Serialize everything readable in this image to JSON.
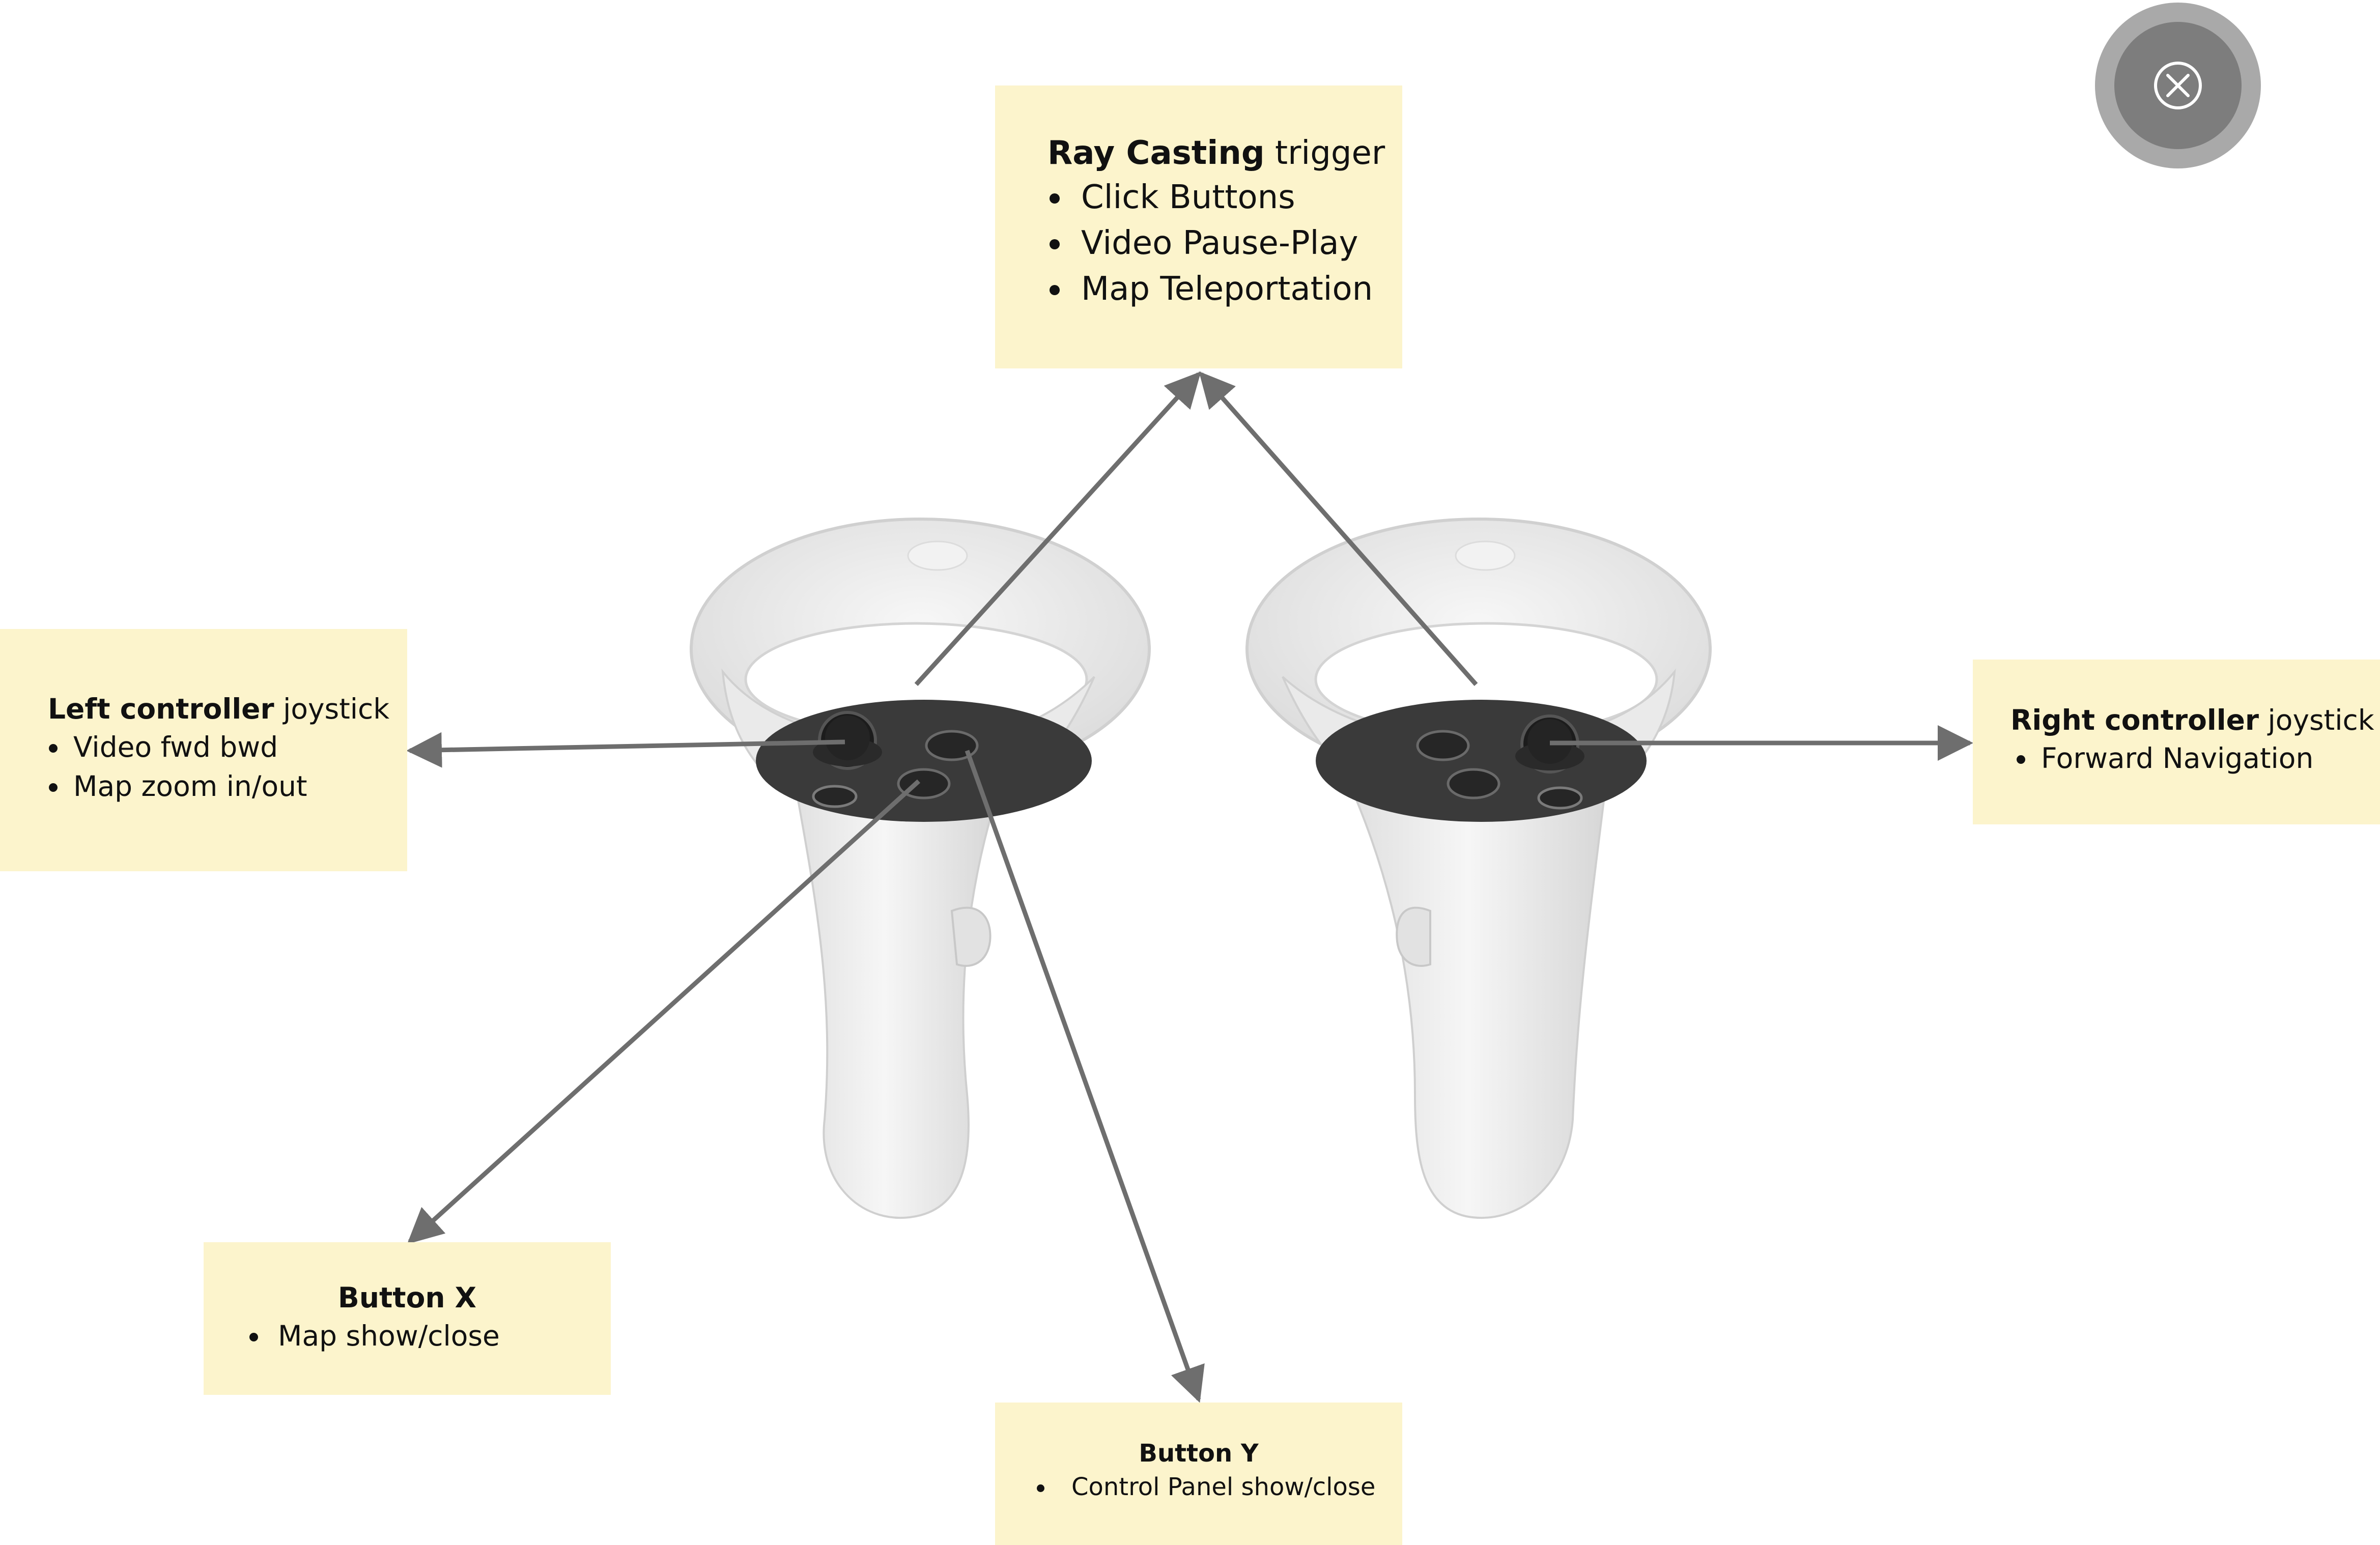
{
  "notes": {
    "ray_casting": {
      "title_bold": "Ray Casting",
      "title_rest": "trigger",
      "items": [
        "Click Buttons",
        "Video Pause-Play",
        "Map Teleportation"
      ]
    },
    "left_joystick": {
      "title_bold": "Left controller",
      "title_rest": "joystick",
      "items": [
        "Video fwd bwd",
        "Map zoom in/out"
      ]
    },
    "right_joystick": {
      "title_bold": "Right controller",
      "title_rest": "joystick",
      "items": [
        "Forward Navigation"
      ]
    },
    "button_x": {
      "title_bold": "Button X",
      "items": [
        "Map show/close"
      ]
    },
    "button_y": {
      "title_bold": "Button Y",
      "items": [
        "Control Panel show/close"
      ]
    }
  },
  "colors": {
    "note_background": "#fcf4cc",
    "arrow": "#6e6e6e",
    "controller_body": "#ececec",
    "controller_face": "#3a3a3a",
    "close_button": "#7d7d7d"
  },
  "icons": {
    "close_button": "close-circle-icon"
  }
}
